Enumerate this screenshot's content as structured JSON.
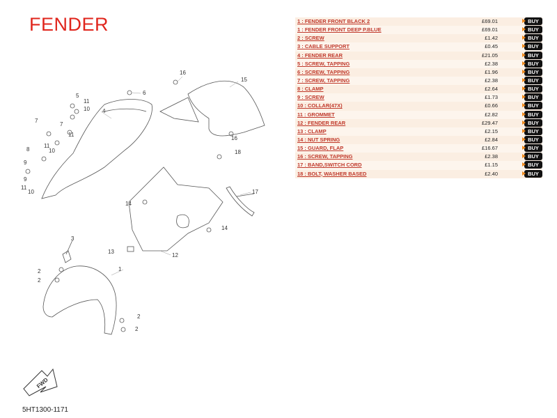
{
  "page": {
    "title": "FENDER",
    "diagram_code": "5HT1300-1171"
  },
  "diagram": {
    "fwd_label": "FWD",
    "callouts": [
      "16",
      "15",
      "6",
      "5",
      "11",
      "10",
      "4",
      "7",
      "9",
      "8",
      "11",
      "10",
      "16",
      "18",
      "17",
      "14",
      "14",
      "3",
      "13",
      "12",
      "1",
      "2",
      "2",
      "2",
      "2",
      "9",
      "11",
      "10",
      "7",
      "11"
    ]
  },
  "parts": [
    {
      "name": "1 : FENDER FRONT BLACK 2",
      "price": "£69.01",
      "buy": "BUY"
    },
    {
      "name": "1 : FENDER FRONT DEEP P.BLUE",
      "price": "£69.01",
      "buy": "BUY"
    },
    {
      "name": "2 : SCREW",
      "price": "£1.42",
      "buy": "BUY"
    },
    {
      "name": "3 : CABLE SUPPORT",
      "price": "£0.45",
      "buy": "BUY"
    },
    {
      "name": "4 : FENDER REAR",
      "price": "£21.05",
      "buy": "BUY"
    },
    {
      "name": "5 : SCREW, TAPPING",
      "price": "£2.38",
      "buy": "BUY"
    },
    {
      "name": "6 : SCREW, TAPPING",
      "price": "£1.96",
      "buy": "BUY"
    },
    {
      "name": "7 : SCREW, TAPPING",
      "price": "£2.38",
      "buy": "BUY"
    },
    {
      "name": "8 : CLAMP",
      "price": "£2.64",
      "buy": "BUY"
    },
    {
      "name": "9 : SCREW",
      "price": "£1.73",
      "buy": "BUY"
    },
    {
      "name": "10 : COLLAR(47X)",
      "price": "£0.66",
      "buy": "BUY"
    },
    {
      "name": "11 : GROMMET",
      "price": "£2.82",
      "buy": "BUY"
    },
    {
      "name": "12 : FENDER REAR",
      "price": "£29.47",
      "buy": "BUY"
    },
    {
      "name": "13 : CLAMP",
      "price": "£2.15",
      "buy": "BUY"
    },
    {
      "name": "14 : NUT SPRING",
      "price": "£2.84",
      "buy": "BUY"
    },
    {
      "name": "15 : GUARD, FLAP",
      "price": "£16.67",
      "buy": "BUY"
    },
    {
      "name": "16 : SCREW, TAPPING",
      "price": "£2.38",
      "buy": "BUY"
    },
    {
      "name": "17 : BAND,SWITCH CORD",
      "price": "£1.15",
      "buy": "BUY"
    },
    {
      "name": "18 : BOLT, WASHER BASED",
      "price": "£2.40",
      "buy": "BUY"
    }
  ]
}
